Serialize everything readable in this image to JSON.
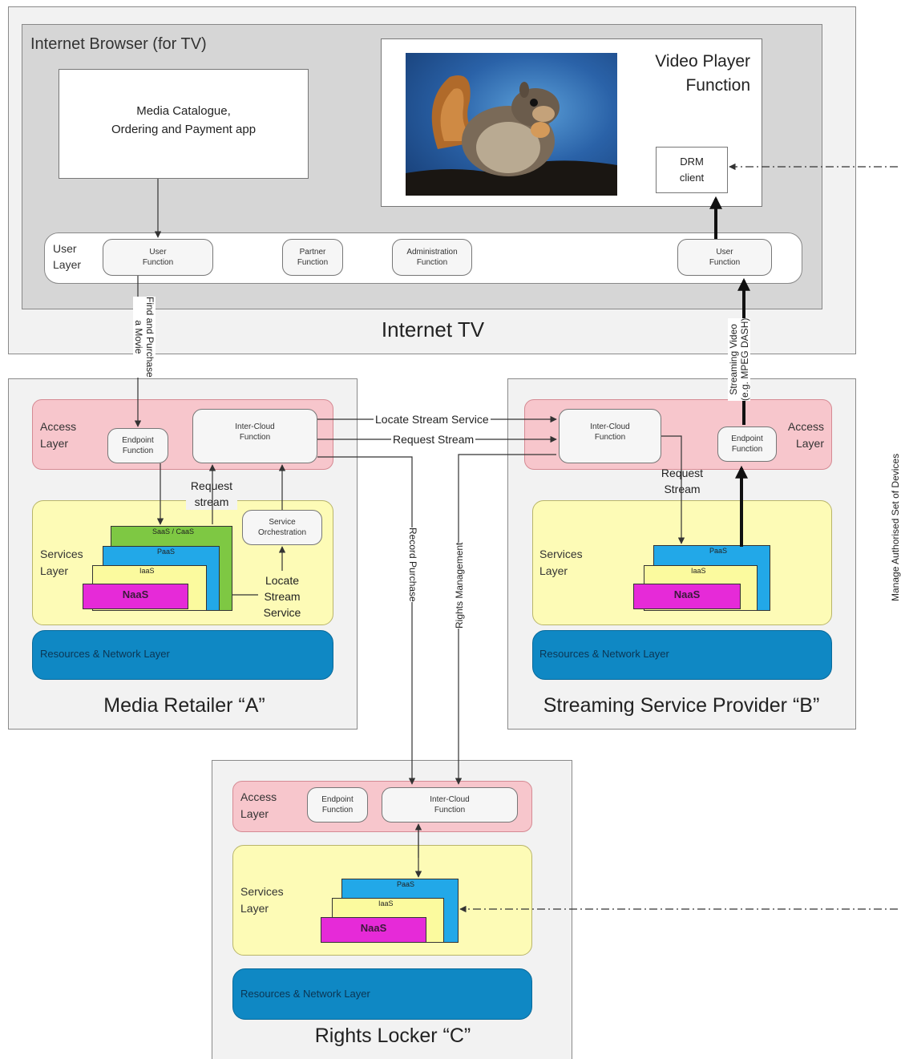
{
  "internet_tv": {
    "title": "Internet TV",
    "browser_title": "Internet Browser (for TV)",
    "catalogue_app": "Media Catalogue,\nOrdering and Payment app",
    "video_player": "Video Player\nFunction",
    "drm_client": "DRM\nclient",
    "user_layer_label": "User\nLayer",
    "user_function_1": "User\nFunction",
    "partner_function": "Partner\nFunction",
    "administration_function": "Administration\nFunction",
    "user_function_2": "User\nFunction"
  },
  "retailer": {
    "title": "Media Retailer “A”",
    "access_layer": "Access\nLayer",
    "endpoint_function": "Endpoint\nFunction",
    "inter_cloud_function": "Inter-Cloud\nFunction",
    "services_layer": "Services\nLayer",
    "service_orchestration": "Service\nOrchestration",
    "saas_caas": "SaaS / CaaS",
    "paas": "PaaS",
    "iaas": "IaaS",
    "naas": "NaaS",
    "resources_layer": "Resources & Network Layer",
    "request_stream": "Request\nstream",
    "locate_stream_service": "Locate\nStream\nService"
  },
  "streaming": {
    "title": "Streaming Service Provider “B”",
    "access_layer": "Access\nLayer",
    "inter_cloud_function": "Inter-Cloud\nFunction",
    "endpoint_function": "Endpoint\nFunction",
    "services_layer": "Services\nLayer",
    "paas": "PaaS",
    "iaas": "IaaS",
    "naas": "NaaS",
    "resources_layer": "Resources & Network Layer",
    "request_stream": "Request\nStream"
  },
  "locker": {
    "title": "Rights Locker “C”",
    "access_layer": "Access\nLayer",
    "endpoint_function": "Endpoint\nFunction",
    "inter_cloud_function": "Inter-Cloud\nFunction",
    "services_layer": "Services\nLayer",
    "paas": "PaaS",
    "iaas": "IaaS",
    "naas": "NaaS",
    "resources_layer": "Resources & Network Layer"
  },
  "connections": {
    "find_purchase": "Find and Purchase\na Movie",
    "streaming_video": "Streaming Video\n(e.g. MPEG DASH)",
    "locate_stream_service": "Locate Stream Service",
    "request_stream": "Request Stream",
    "record_purchase": "Record Purchase",
    "rights_management": "Rights Management",
    "manage_devices": "Manage Authorised Set of Devices"
  },
  "colors": {
    "access_layer": "#f7c6cc",
    "services_layer": "#fdfbb6",
    "resources_layer": "#0f88c4",
    "saas": "#7ec843",
    "paas": "#22a8e8",
    "iaas": "#fbfa9e",
    "naas": "#e62ad8"
  },
  "image": {
    "subject": "squirrel photo"
  }
}
